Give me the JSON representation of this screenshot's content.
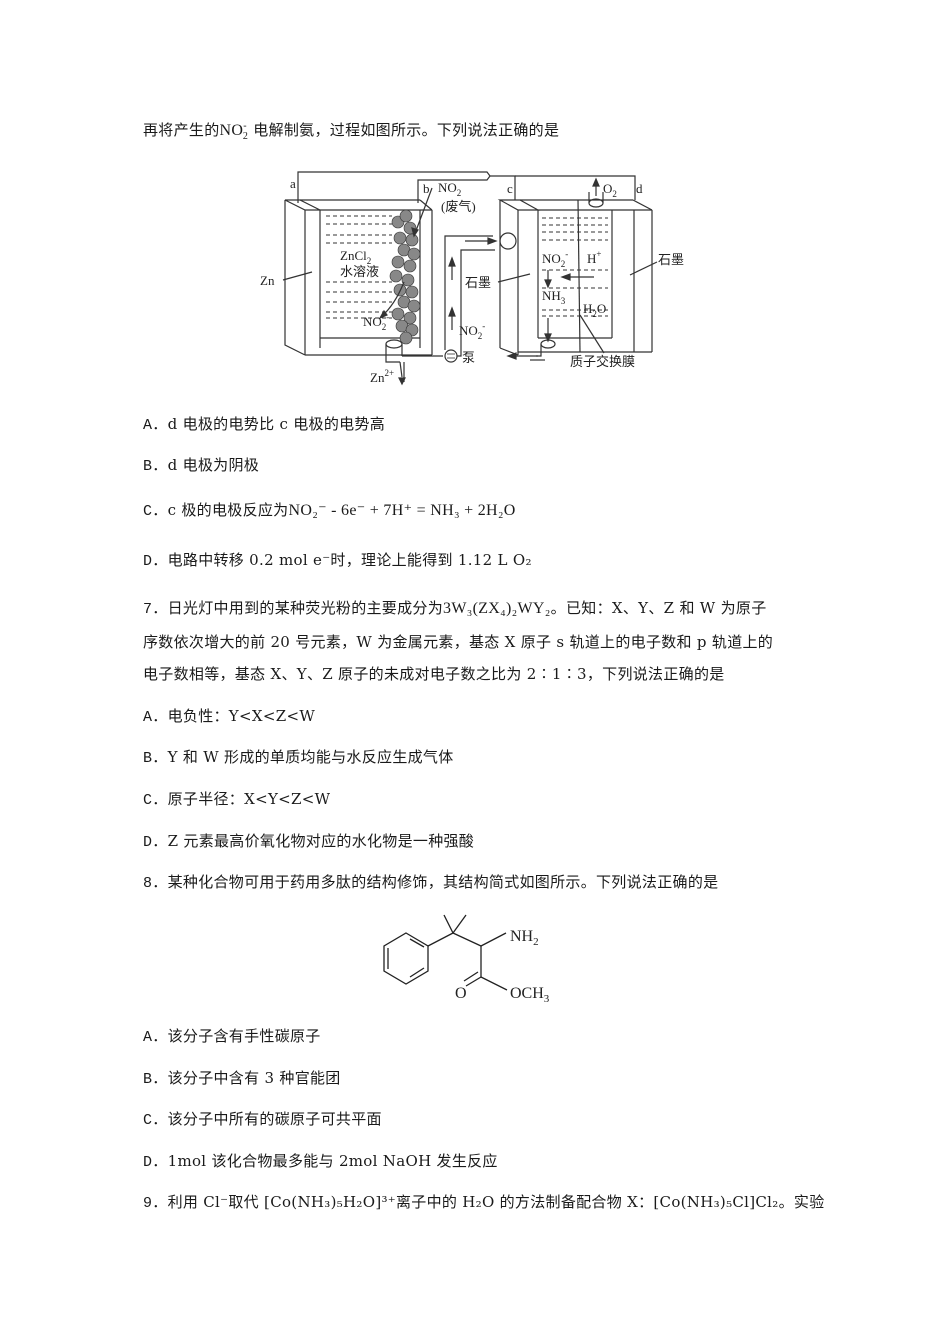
{
  "q6": {
    "intro": {
      "prefix": "再将产生的",
      "species": "NO",
      "species_sub": "2",
      "species_sup": "-",
      "suffix": "电解制氨，过程如图所示。下列说法正确的是"
    },
    "figure": {
      "labels": {
        "a": "a",
        "b": "b",
        "c": "c",
        "d": "d",
        "zn": "Zn",
        "no2_gas": "NO",
        "no2_gas_sub": "2",
        "waste_gas": "(废气)",
        "zncl2": "ZnCl",
        "zncl2_sub": "2",
        "aqueous": "水溶液",
        "no2_minus_left": "NO",
        "pump_no2": "NO",
        "pump": "泵",
        "zn2plus": "Zn",
        "zn2plus_sup": "2+",
        "graphite_left": "石墨",
        "graphite_right": "石墨",
        "no2_minus_right": "NO",
        "h_plus": "H",
        "nh3": "NH",
        "h2o": "H",
        "o2": "O",
        "membrane": "质子交换膜"
      }
    },
    "options": [
      {
        "letter": "A．",
        "text": "d 电极的电势比 c 电极的电势高"
      },
      {
        "letter": "B．",
        "text": "d 电极为阴极"
      },
      {
        "letter": "C．",
        "prefix": "c 极的电极反应为",
        "equation": "NO₂⁻ - 6e⁻ + 7H⁺ = NH₃ + 2H₂O"
      },
      {
        "letter": "D．",
        "text": "电路中转移 0.2 mol e⁻时，理论上能得到 1.12 L O₂"
      }
    ]
  },
  "q7": {
    "number": "7．",
    "line1_prefix": "日光灯中用到的某种荧光粉的主要成分为",
    "formula": "3W₃(ZX₄)₂WY₂",
    "line1_suffix": "。已知：X、Y、Z 和 W 为原子",
    "line2": "序数依次增大的前 20 号元素，W 为金属元素，基态 X 原子 s 轨道上的电子数和 p 轨道上的",
    "line3": "电子数相等，基态 X、Y、Z 原子的未成对电子数之比为 2∶1∶3，下列说法正确的是",
    "options": [
      {
        "letter": "A．",
        "text": "电负性：Y<X<Z<W"
      },
      {
        "letter": "B．",
        "text": "Y 和 W 形成的单质均能与水反应生成气体"
      },
      {
        "letter": "C．",
        "text": "原子半径：X<Y<Z<W"
      },
      {
        "letter": "D．",
        "text": "Z 元素最高价氧化物对应的水化物是一种强酸"
      }
    ]
  },
  "q8": {
    "number": "8．",
    "stem": "某种化合物可用于药用多肽的结构修饰，其结构简式如图所示。下列说法正确的是",
    "structure": {
      "nh2": "NH",
      "nh2_sub": "2",
      "o": "O",
      "och3": "OCH",
      "och3_sub": "3"
    },
    "options": [
      {
        "letter": "A．",
        "text": "该分子含有手性碳原子"
      },
      {
        "letter": "B．",
        "text": "该分子中含有 3 种官能团"
      },
      {
        "letter": "C．",
        "text": "该分子中所有的碳原子可共平面"
      },
      {
        "letter": "D．",
        "text": "1mol 该化合物最多能与 2mol NaOH 发生反应"
      }
    ]
  },
  "q9": {
    "number": "9．",
    "text": "利用 Cl⁻取代 [Co(NH₃)₅H₂O]³⁺离子中的 H₂O 的方法制备配合物 X：[Co(NH₃)₅Cl]Cl₂。实验"
  }
}
